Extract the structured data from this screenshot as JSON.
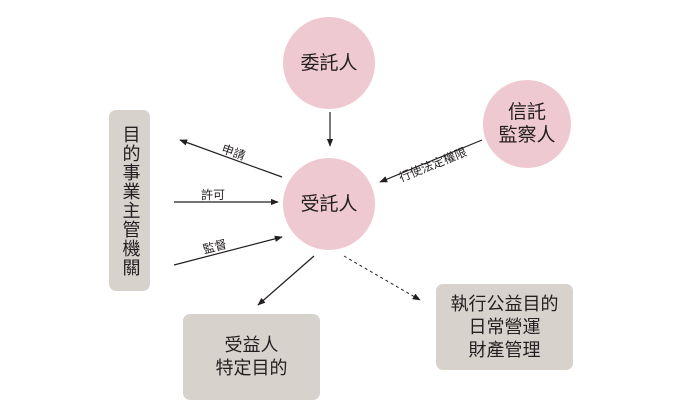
{
  "nodes": {
    "settlor": "委託人",
    "trustee": "受託人",
    "supervisor": "信託\n監察人",
    "authority": "目的事業主管機關",
    "beneficiary": "受益人\n特定目的",
    "management": "執行公益目的\n日常營運\n財產管理"
  },
  "edges": {
    "apply": "申請",
    "permit": "許可",
    "supervise": "監督",
    "exercise_rights": "行使法定權限"
  },
  "colors": {
    "circle_fill": "#efc9d2",
    "box_fill": "#d8d2cd",
    "line": "#231f20"
  }
}
